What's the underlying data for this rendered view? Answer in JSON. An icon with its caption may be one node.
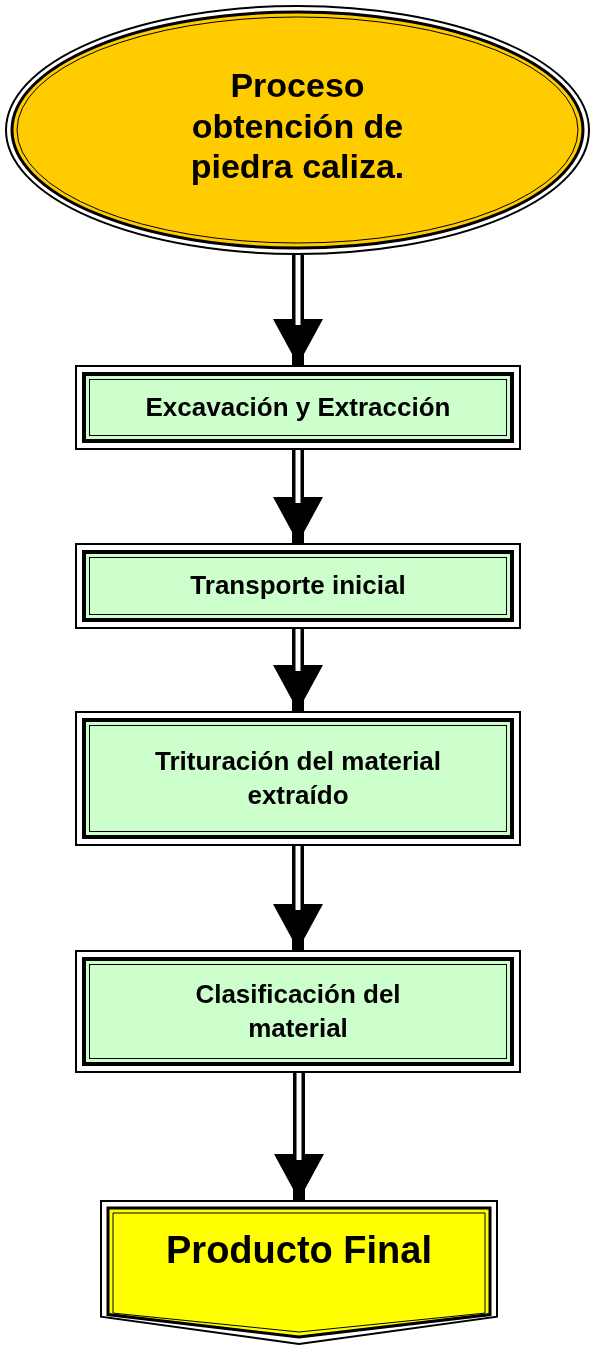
{
  "diagram": {
    "nodes": [
      {
        "text": [
          "Proceso obtención de piedra caliza."
        ]
      },
      {
        "text": [
          "Excavación y Extracción"
        ]
      },
      {
        "text": [
          "Transporte inicial"
        ]
      },
      {
        "text": [
          "Trituración del material extraído"
        ]
      },
      {
        "text": [
          "Clasificación del material"
        ]
      },
      {
        "text": [
          "Producto Final"
        ]
      }
    ],
    "edges": [
      {
        "from": 0,
        "to": 1,
        "arrow": "to"
      },
      {
        "from": 1,
        "to": 2,
        "arrow": "to"
      },
      {
        "from": 2,
        "to": 3,
        "arrow": "to"
      },
      {
        "from": 3,
        "to": 4,
        "arrow": "to"
      },
      {
        "from": 4,
        "to": 5,
        "arrow": "to"
      }
    ]
  }
}
